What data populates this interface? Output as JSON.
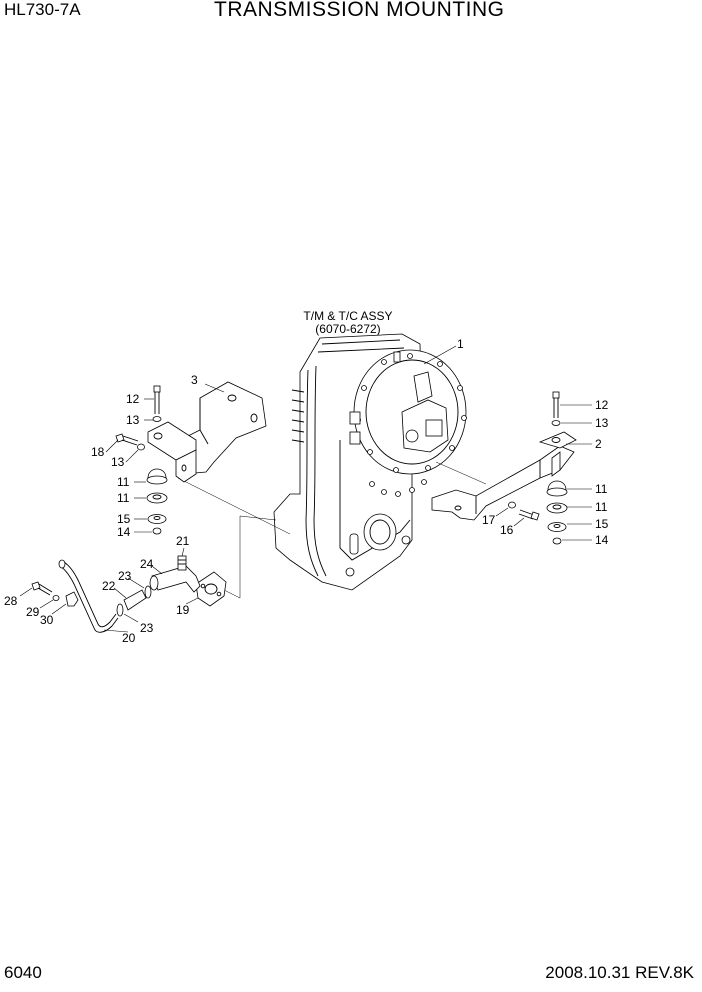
{
  "header": {
    "model": "HL730-7A",
    "title": "TRANSMISSION MOUNTING"
  },
  "footer": {
    "page": "6040",
    "revision": "2008.10.31  REV.8K"
  },
  "assembly_label": {
    "line1": "T/M & T/C ASSY",
    "line2": "(6070-6272)"
  },
  "callouts": {
    "c1": "1",
    "c2": "2",
    "c3": "3",
    "c11a": "11",
    "c11b": "11",
    "c11c": "11",
    "c11d": "11",
    "c12a": "12",
    "c12b": "12",
    "c13a": "13",
    "c13b": "13",
    "c13c": "13",
    "c14a": "14",
    "c14b": "14",
    "c15a": "15",
    "c15b": "15",
    "c16": "16",
    "c17": "17",
    "c18": "18",
    "c19": "19",
    "c20": "20",
    "c21": "21",
    "c22": "22",
    "c23a": "23",
    "c23b": "23",
    "c24": "24",
    "c28": "28",
    "c29": "29",
    "c30": "30"
  }
}
